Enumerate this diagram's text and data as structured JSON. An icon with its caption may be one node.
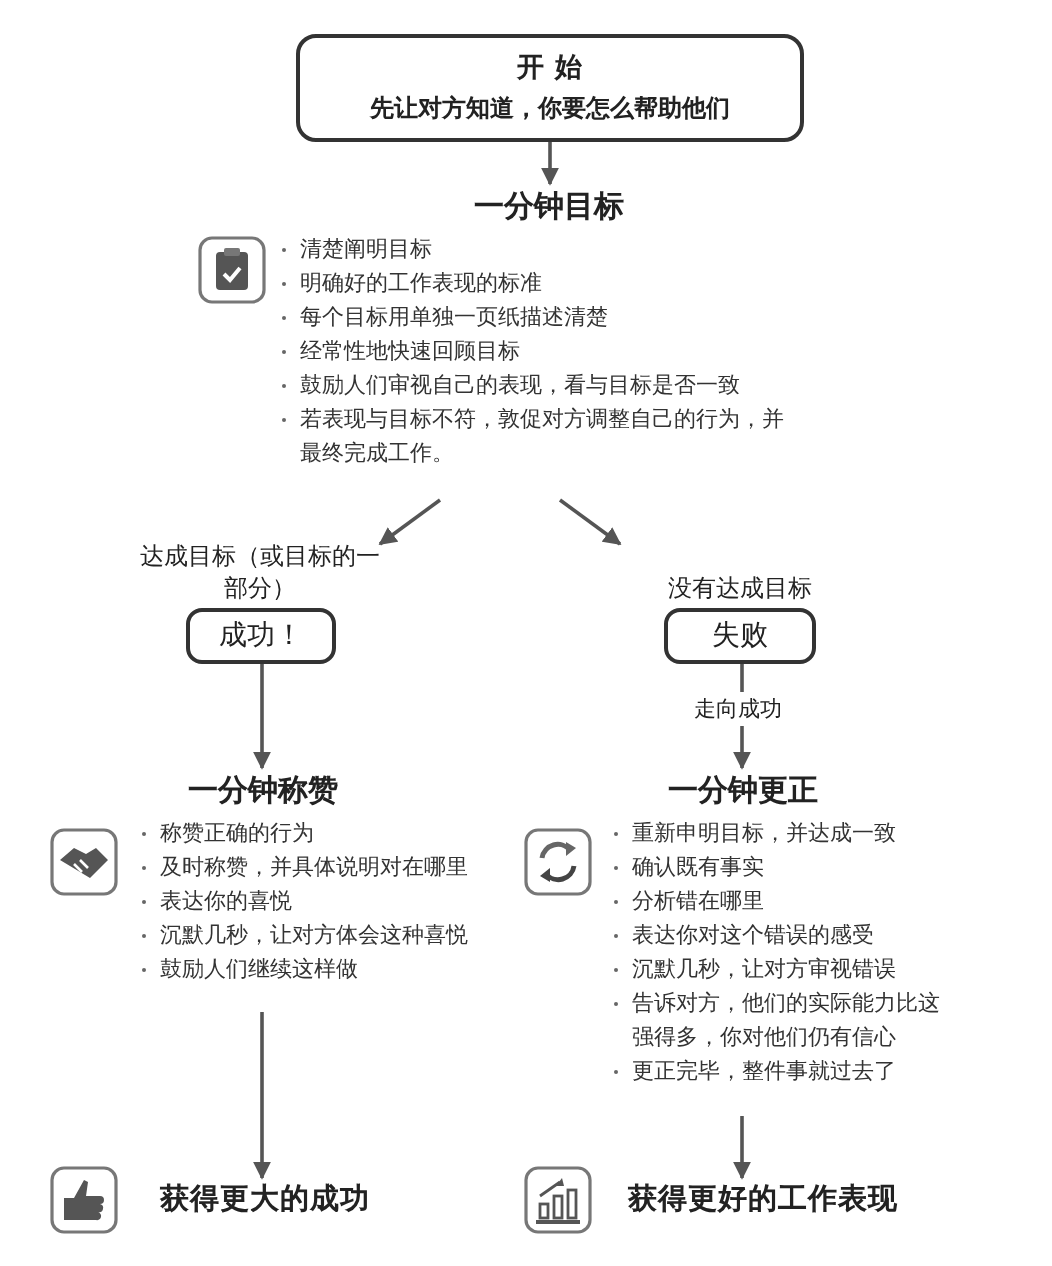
{
  "diagram": {
    "nodes": [
      {
        "text": [
          "开 始",
          "先让对方知道，你要怎么帮助他们"
        ]
      },
      {
        "text": [
          "一分钟目标",
          "清楚阐明目标",
          "明确好的工作表现的标准",
          "每个目标用单独一页纸描述清楚",
          "经常性地快速回顾目标",
          "鼓励人们审视自己的表现，看与目标是否一致",
          "若表现与目标不符，敦促对方调整自己的行为，并最终完成工作。"
        ]
      },
      {
        "text": [
          "成功！"
        ],
        "beside": [
          "达成目标（或目标的一部分）"
        ]
      },
      {
        "text": [
          "失败"
        ],
        "beside": [
          "没有达成目标"
        ]
      },
      {
        "text": [
          "一分钟称赞",
          "称赞正确的行为",
          "及时称赞，并具体说明对在哪里",
          "表达你的喜悦",
          "沉默几秒，让对方体会这种喜悦",
          "鼓励人们继续这样做"
        ]
      },
      {
        "text": [
          "一分钟更正",
          "重新申明目标，并达成一致",
          "确认既有事实",
          "分析错在哪里",
          "表达你对这个错误的感受",
          "沉默几秒，让对方审视错误",
          "告诉对方，他们的实际能力比这强得多，你对他们仍有信心",
          "更正完毕，整件事就过去了"
        ]
      },
      {
        "text": [
          "获得更大的成功"
        ]
      },
      {
        "text": [
          "获得更好的工作表现"
        ]
      }
    ],
    "edges": [
      {
        "from": 0,
        "to": 1,
        "arrow": "to"
      },
      {
        "from": 1,
        "to": 2,
        "arrow": "to"
      },
      {
        "from": 1,
        "to": 3,
        "arrow": "to"
      },
      {
        "from": 2,
        "to": 4,
        "arrow": "to"
      },
      {
        "from": 3,
        "to": 5,
        "arrow": "to",
        "label": "走向成功"
      },
      {
        "from": 4,
        "to": 6,
        "arrow": "to"
      },
      {
        "from": 5,
        "to": 7,
        "arrow": "to"
      }
    ]
  }
}
